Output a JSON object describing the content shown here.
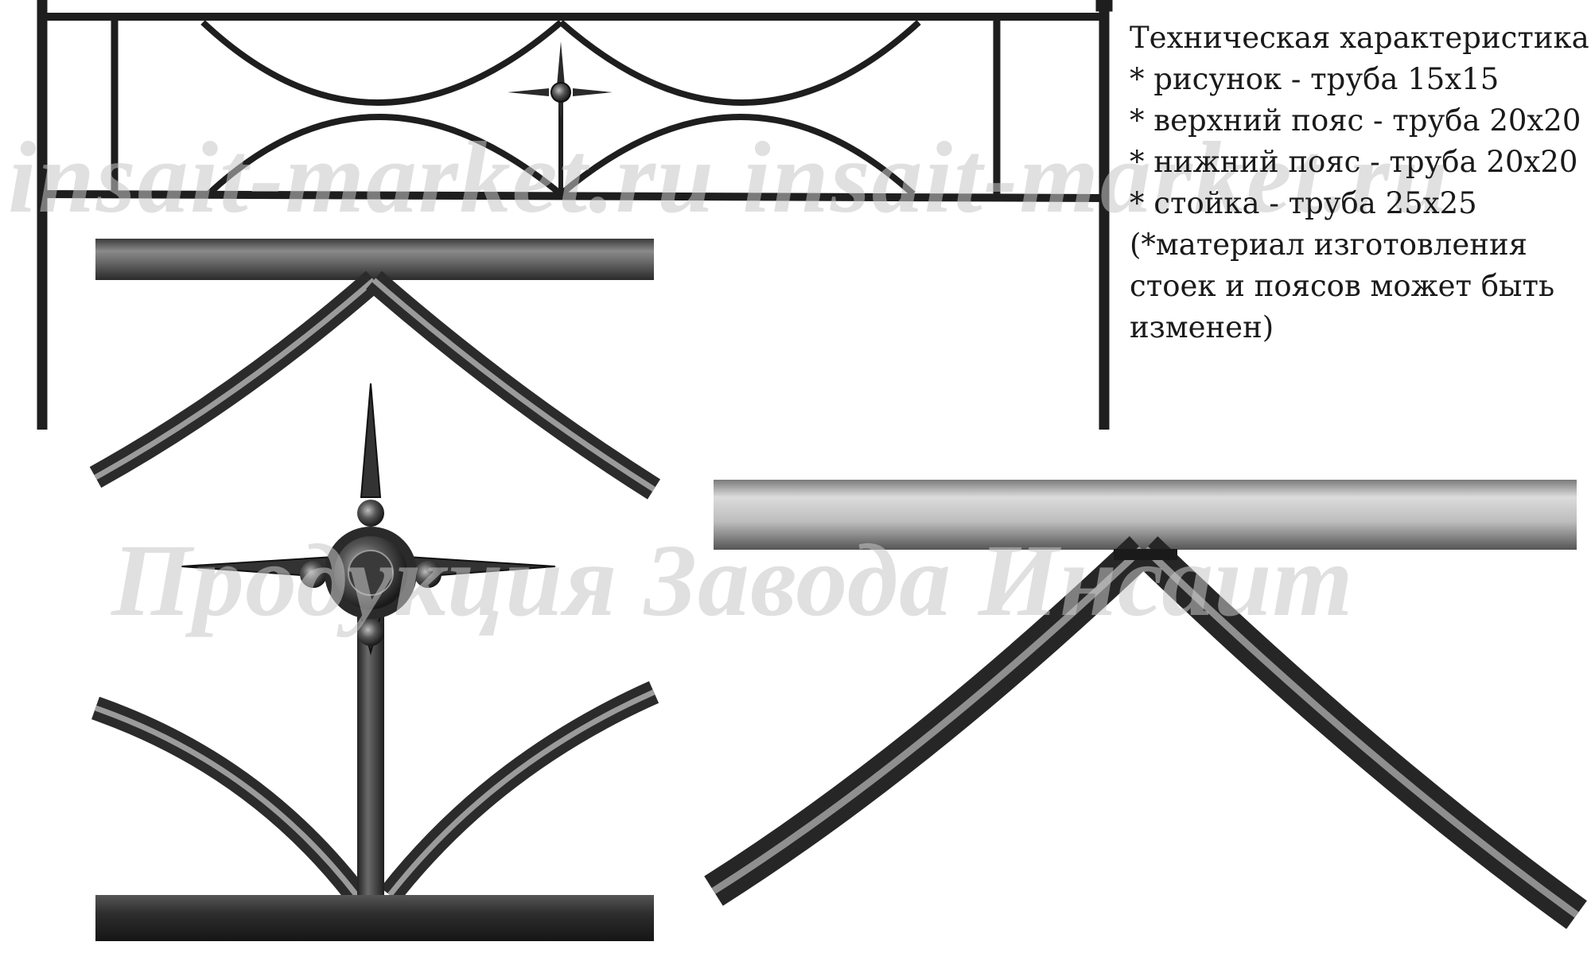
{
  "spec": {
    "title": "Техническая характеристика:",
    "items": [
      "* рисунок - труба 15х15",
      "* верхний пояс - труба 20х20",
      "* нижний пояс - труба 20х20",
      "* стойка - труба 25х25"
    ],
    "note_lines": [
      "(*материал изготовления",
      "стоек и поясов  может быть",
      "изменен)"
    ]
  },
  "watermarks": {
    "site": "insait-market.ru insait-market.ru",
    "factory": "Продукция Завода Инсаит"
  },
  "colors": {
    "metal_dark": "#222222",
    "metal_mid": "#5a5a5a",
    "metal_light": "#c9c9c9",
    "text": "#1a1a1a",
    "watermark": "#c8c8c8"
  }
}
